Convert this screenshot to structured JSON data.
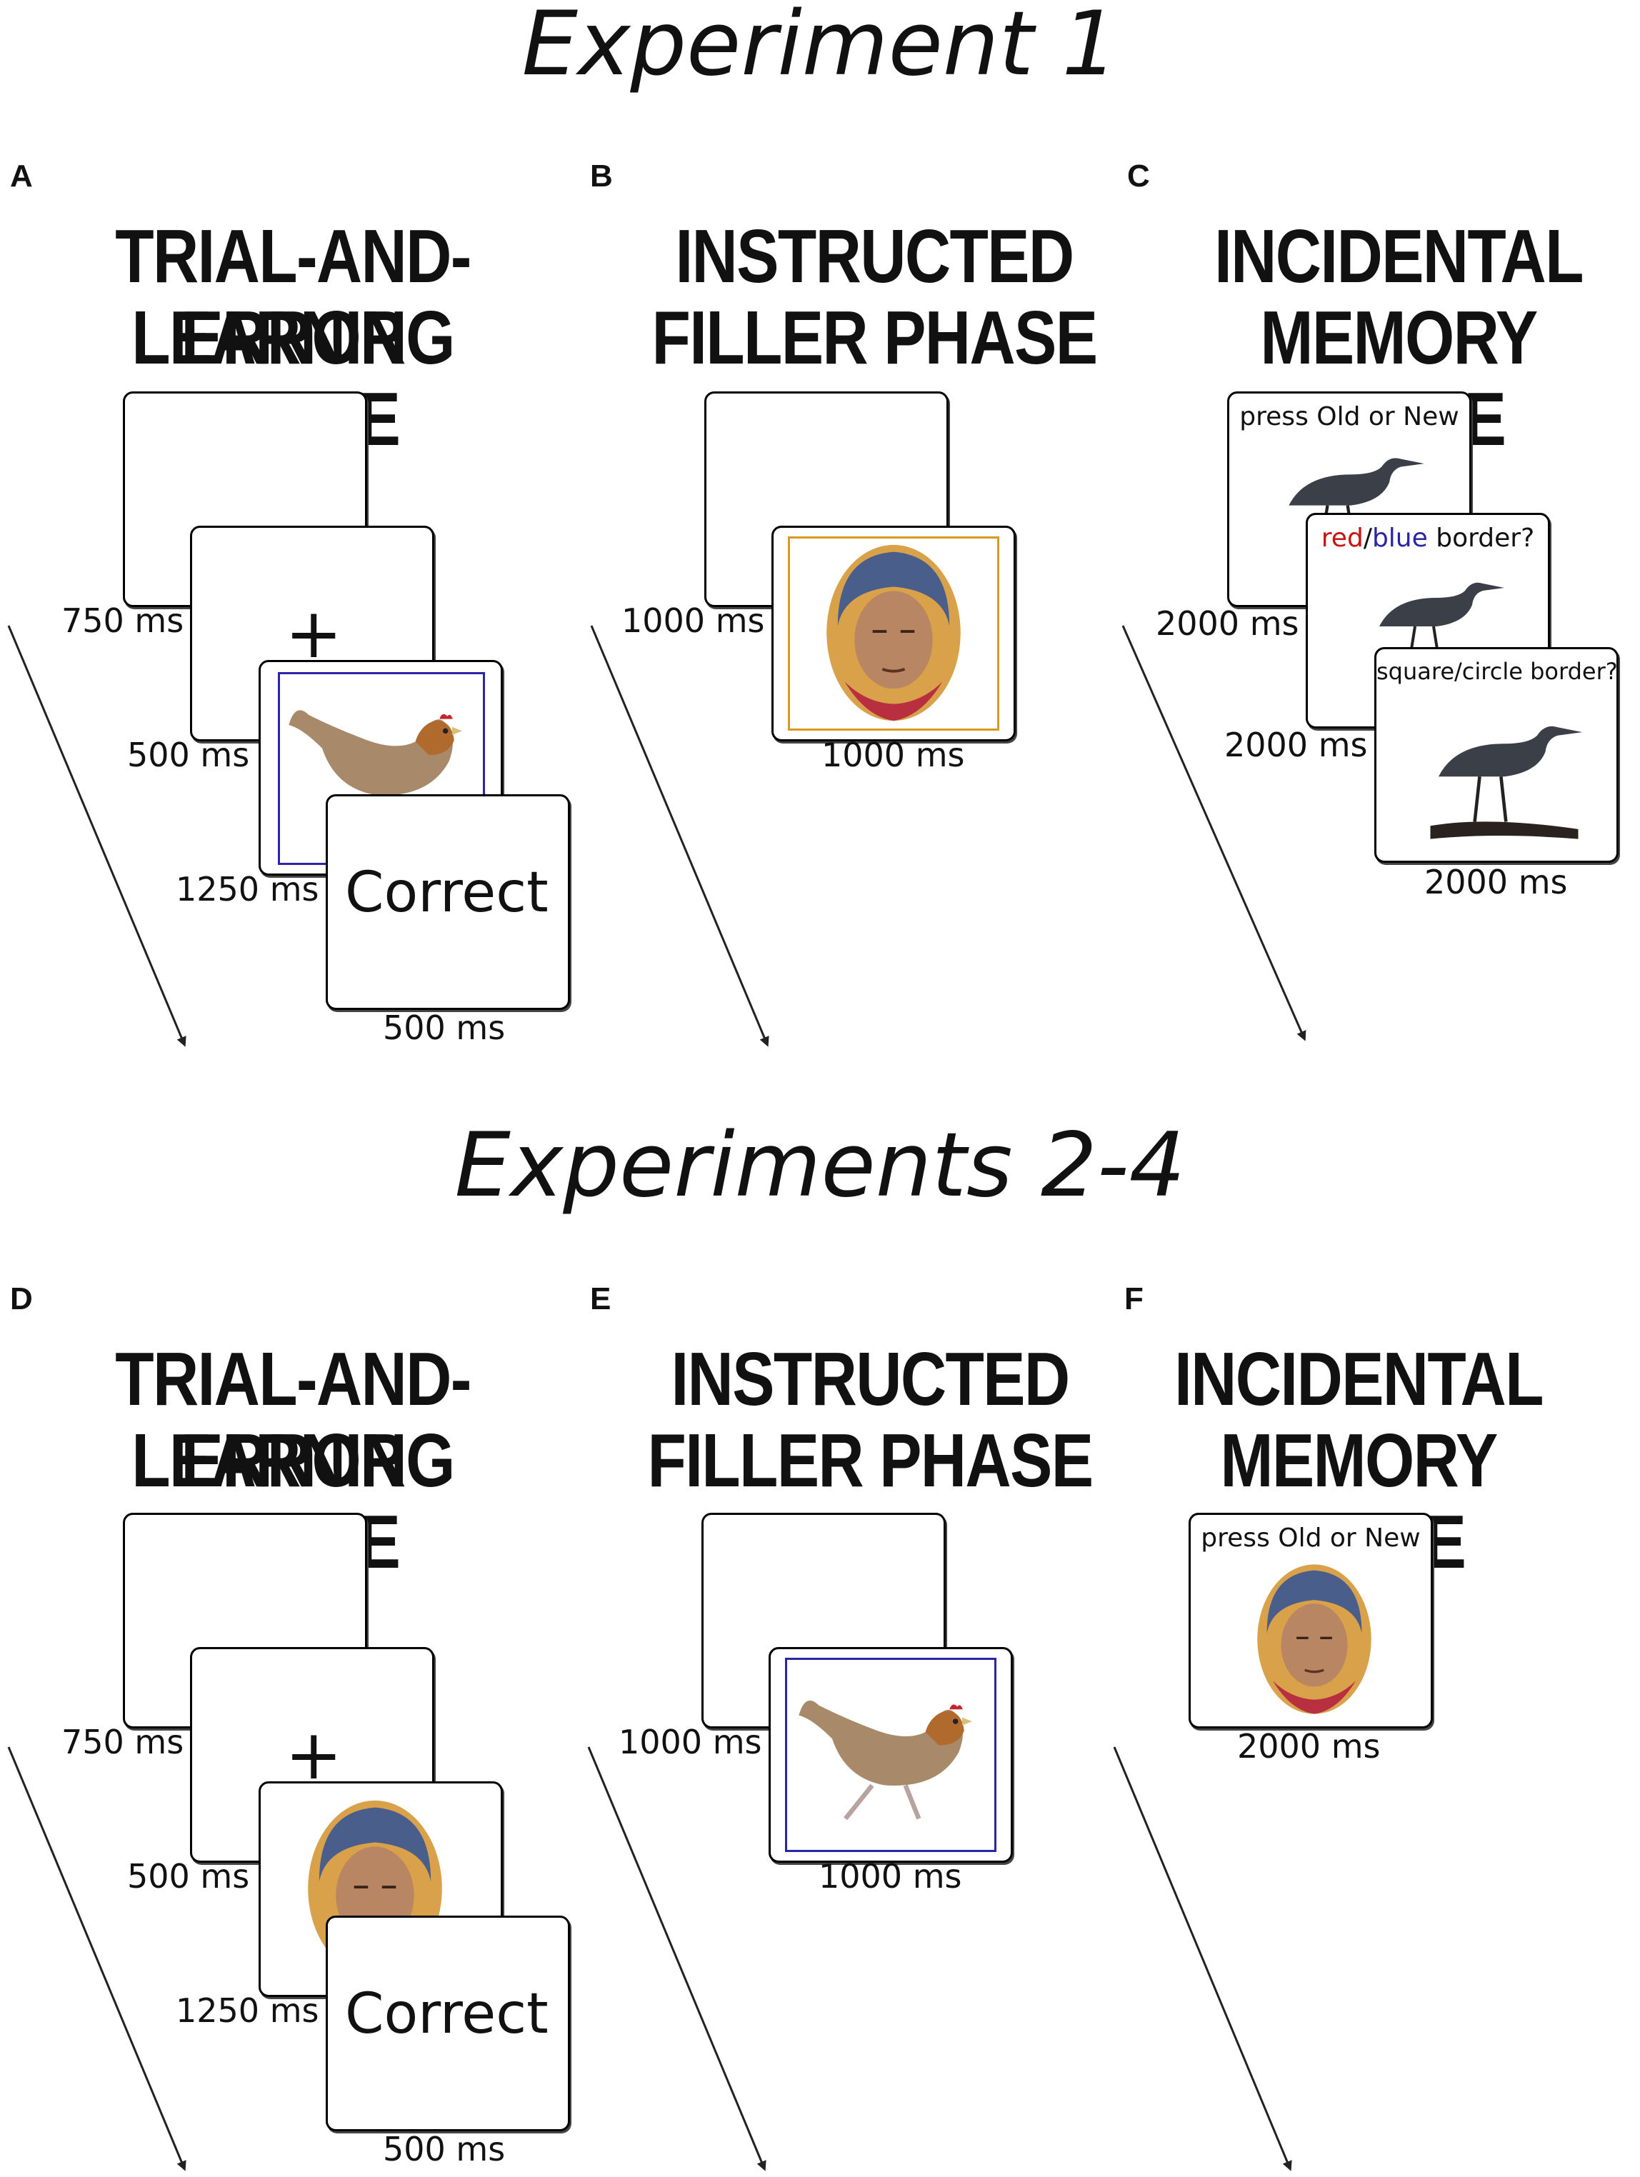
{
  "experiment1": {
    "title": "Experiment 1",
    "panelA": {
      "letter": "A",
      "title1": "TRIAL-AND-ERROR",
      "title2": "LEARNING PHASE",
      "t1": "750 ms",
      "t2": "500 ms",
      "t3": "1250 ms",
      "t4": "500 ms",
      "fixation": "+",
      "feedback": "Correct"
    },
    "panelB": {
      "letter": "B",
      "title1": "INSTRUCTED",
      "title2": "FILLER PHASE",
      "t1": "1000 ms",
      "t2": "1000 ms"
    },
    "panelC": {
      "letter": "C",
      "title1": "INCIDENTAL",
      "title2": "MEMORY PHASE",
      "prompt1": "press Old or New",
      "prompt2_red": "red",
      "prompt2_sep": "/",
      "prompt2_blue": "blue",
      "prompt2_rest": " border?",
      "prompt3": "square/circle border?",
      "t1": "2000 ms",
      "t2": "2000 ms",
      "t3": "2000 ms"
    }
  },
  "experiment2": {
    "title": "Experiments 2-4",
    "panelD": {
      "letter": "D",
      "title1": "TRIAL-AND-ERROR",
      "title2": "LEARNING PHASE",
      "t1": "750 ms",
      "t2": "500 ms",
      "t3": "1250 ms",
      "t4": "500 ms",
      "fixation": "+",
      "feedback": "Correct"
    },
    "panelE": {
      "letter": "E",
      "title1": "INSTRUCTED",
      "title2": "FILLER PHASE",
      "t1": "1000 ms",
      "t2": "1000 ms"
    },
    "panelF": {
      "letter": "F",
      "title1": "INCIDENTAL",
      "title2": "MEMORY PHASE",
      "prompt1": "press Old or New",
      "t1": "2000 ms"
    }
  },
  "colors": {
    "red_border": "#cc1111",
    "blue_border": "#2a25a8",
    "orange_border": "#d99a22",
    "text": "#111111"
  }
}
